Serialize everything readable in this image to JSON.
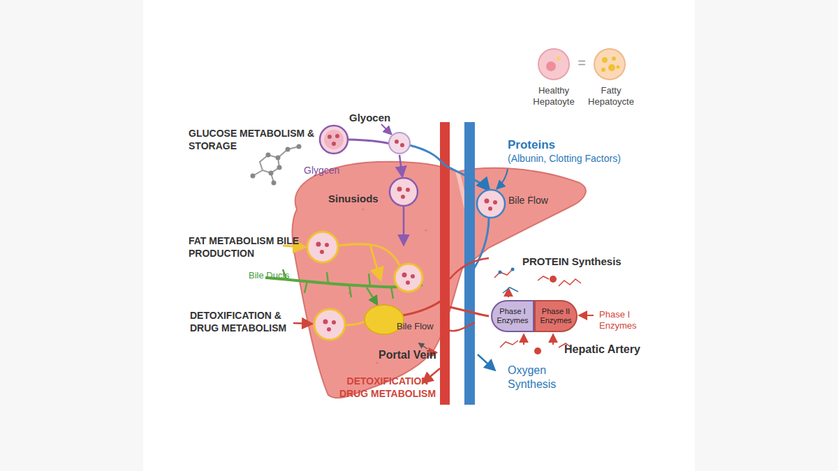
{
  "diagram": {
    "nodes": [
      {
        "text": [
          "Phase I Enzymes"
        ]
      },
      {
        "text": [
          "Phase II Enzymes"
        ]
      }
    ],
    "labels": [
      "Healthy Hepatoyte",
      "=",
      "Fatty Hepatoycte",
      "Glyocen",
      "GLUCOSE METABOLISM & STORAGE",
      "Glygcen",
      "Proteins",
      "(Albunin, Clotting Factors)",
      "Sinusiods",
      "Bile Flow",
      "FAT METABOLISM BILE PRODUCTION",
      "PROTEIN Synthesis",
      "Bile Ducts",
      "DETOXIFICATION & DRUG METABOLISM",
      "Phase I Enzymes",
      "Bile Flow",
      "Hepatic Artery",
      "Portal Vein",
      "Oxygen Synthesis",
      "DETOXIFICATION DRUG METABOLISM"
    ]
  }
}
